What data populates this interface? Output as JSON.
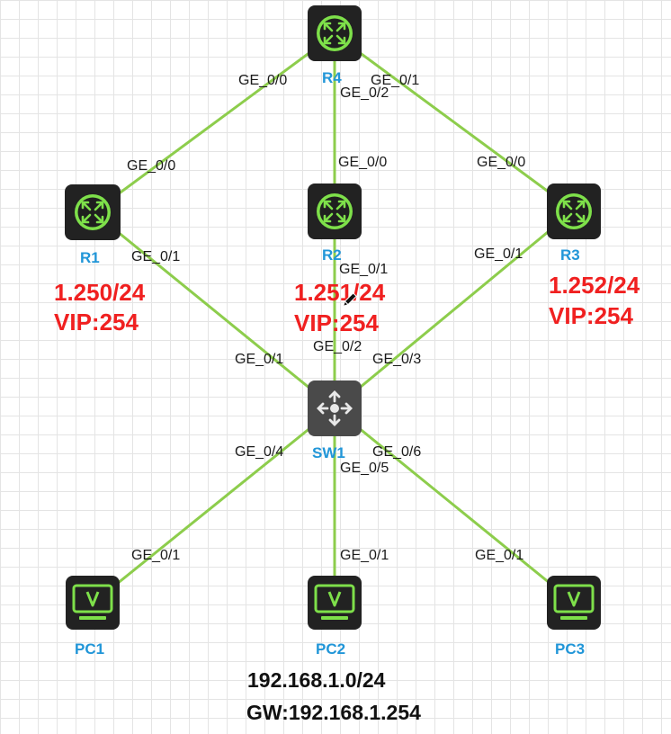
{
  "devices": {
    "r4": {
      "name": "R4",
      "icon": "router-icon"
    },
    "r1": {
      "name": "R1",
      "icon": "router-icon",
      "ip": "1.250/24",
      "vip": "VIP:254"
    },
    "r2": {
      "name": "R2",
      "icon": "router-icon",
      "ip": "1.251/24",
      "vip": "VIP:254"
    },
    "r3": {
      "name": "R3",
      "icon": "router-icon",
      "ip": "1.252/24",
      "vip": "VIP:254"
    },
    "sw1": {
      "name": "SW1",
      "icon": "switch-icon"
    },
    "pc1": {
      "name": "PC1",
      "icon": "pc-icon"
    },
    "pc2": {
      "name": "PC2",
      "icon": "pc-icon"
    },
    "pc3": {
      "name": "PC3",
      "icon": "pc-icon"
    }
  },
  "ports": {
    "r4_r1": "GE_0/0",
    "r1_r4": "GE_0/0",
    "r4_r2": "GE_0/2",
    "r2_r4": "GE_0/0",
    "r4_r3": "GE_0/1",
    "r3_r4": "GE_0/0",
    "r1_sw": "GE_0/1",
    "sw_r1": "GE_0/1",
    "r2_sw": "GE_0/1",
    "sw_r2": "GE_0/2",
    "r3_sw": "GE_0/1",
    "sw_r3": "GE_0/3",
    "sw_pc1": "GE_0/4",
    "pc1_sw": "GE_0/1",
    "sw_pc2": "GE_0/5",
    "pc2_sw": "GE_0/1",
    "sw_pc3": "GE_0/6",
    "pc3_sw": "GE_0/1"
  },
  "network": {
    "subnet": "192.168.1.0/24",
    "gateway": "GW:192.168.1.254"
  },
  "colors": {
    "link": "#8dcd4c",
    "device_icon": "#7ee04a",
    "device_label": "#2196d8",
    "annotation": "#f02020"
  }
}
